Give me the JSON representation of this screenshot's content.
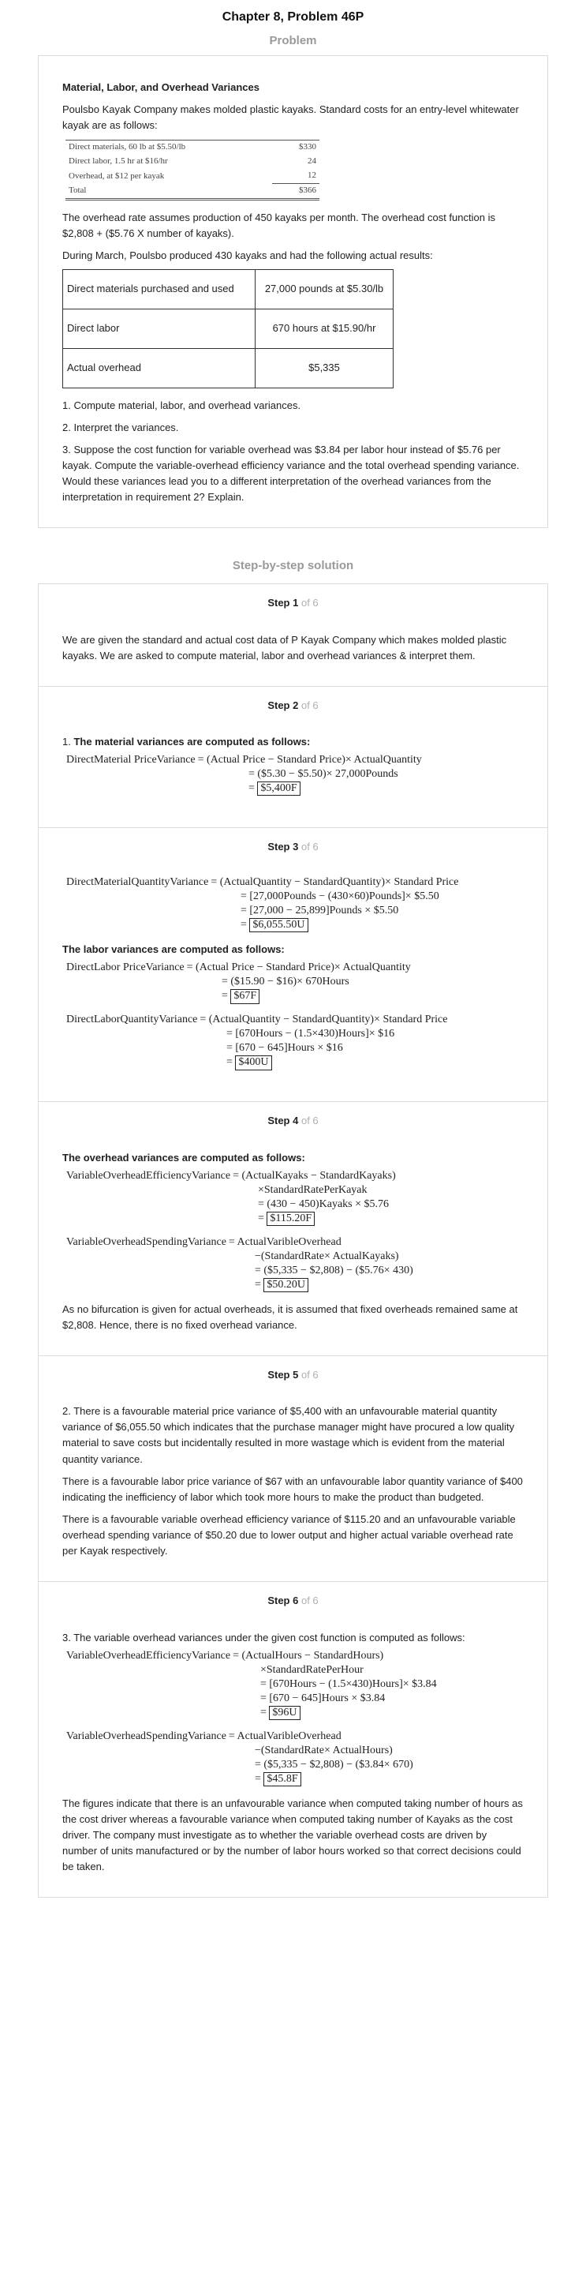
{
  "header": {
    "title": "Chapter 8, Problem 46P"
  },
  "problem_section": {
    "label": "Problem"
  },
  "problem": {
    "title": "Material, Labor, and Overhead Variances",
    "intro": "Poulsbo Kayak Company makes molded plastic kayaks. Standard costs for an entry-level whitewater kayak are as follows:",
    "standard_costs": [
      {
        "item": "Direct materials, 60 lb at $5.50/lb",
        "value": "$330"
      },
      {
        "item": "Direct labor, 1.5 hr at $16/hr",
        "value": "24"
      },
      {
        "item": "Overhead, at $12 per kayak",
        "value": "12"
      },
      {
        "item": "Total",
        "value": "$366"
      }
    ],
    "overhead_note": "The overhead rate assumes production of 450 kayaks per month. The overhead cost function is $2,808 + ($5.76 X number of kayaks).",
    "march_note": "During March, Poulsbo produced 430 kayaks and had the following actual results:",
    "actual_results": [
      {
        "label": "Direct materials purchased and used",
        "value": "27,000 pounds at $5.30/lb"
      },
      {
        "label": "Direct labor",
        "value": "670 hours at $15.90/hr"
      },
      {
        "label": "Actual overhead",
        "value": "$5,335"
      }
    ],
    "requirements": [
      "1. Compute material, labor, and overhead variances.",
      "2. Interpret the variances.",
      "3. Suppose the cost function for variable overhead was $3.84 per labor hour instead of $5.76 per kayak. Compute the variable-overhead efficiency variance and the total overhead spending variance. Would these variances lead you to a different interpretation of the overhead variances from the interpretation in requirement 2? Explain."
    ]
  },
  "solution_section": {
    "label": "Step-by-step solution"
  },
  "steps": [
    {
      "num": "Step 1",
      "of": "of 6",
      "text": "We are given the standard and actual cost data of P Kayak Company which makes molded plastic kayaks. We are asked to compute material, labor and overhead variances & interpret them."
    },
    {
      "num": "Step 2",
      "of": "of 6",
      "heading_prefix": "1. ",
      "heading": "The material variances are computed as follows:",
      "eq": {
        "lhs": "DirectMaterial PriceVariance",
        "lines": [
          "= (Actual Price − Standard Price)× ActualQuantity",
          "= ($5.30 − $5.50)× 27,000Pounds",
          "$5,400F"
        ]
      }
    },
    {
      "num": "Step 3",
      "of": "of 6",
      "eq1": {
        "lhs": "DirectMaterialQuantityVariance",
        "lines": [
          "= (ActualQuantity − StandardQuantity)× Standard Price",
          "= [27,000Pounds − (430×60)Pounds]× $5.50",
          "= [27,000 − 25,899]Pounds × $5.50",
          "$6,055.50U"
        ]
      },
      "heading": "The labor variances are computed as follows:",
      "eq2": {
        "lhs": "DirectLabor PriceVariance",
        "lines": [
          "= (Actual Price − Standard Price)× ActualQuantity",
          "= ($15.90 − $16)× 670Hours",
          "$67F"
        ]
      },
      "eq3": {
        "lhs": "DirectLaborQuantityVariance",
        "lines": [
          "= (ActualQuantity − StandardQuantity)× Standard Price",
          "= [670Hours − (1.5×430)Hours]× $16",
          "= [670 − 645]Hours × $16",
          "$400U"
        ]
      }
    },
    {
      "num": "Step 4",
      "of": "of 6",
      "heading": "The overhead variances are computed as follows:",
      "eq1": {
        "lhs": "VariableOverheadEfficiencyVariance",
        "lines": [
          "= (ActualKayaks − StandardKayaks)",
          "×StandardRatePerKayak",
          "= (430 − 450)Kayaks × $5.76",
          "$115.20F"
        ]
      },
      "eq2": {
        "lhs": "VariableOverheadSpendingVariance",
        "lines": [
          "= ActualVaribleOverhead",
          "−(StandardRate× ActualKayaks)",
          "= ($5,335 − $2,808) − ($5.76× 430)",
          "$50.20U"
        ]
      },
      "text": "As no bifurcation is given for actual overheads, it is assumed that fixed overheads remained same at $2,808. Hence, there is no fixed overhead variance."
    },
    {
      "num": "Step 5",
      "of": "of 6",
      "paragraphs": [
        "2. There is a favourable material price variance of $5,400 with an unfavourable material quantity variance of $6,055.50 which indicates that the purchase manager might have procured a low quality material to save costs but incidentally resulted in more wastage which is evident from the material quantity variance.",
        "There is a favourable labor price variance of $67 with an unfavourable labor quantity variance of $400 indicating the inefficiency of labor which took more hours to make the product than budgeted.",
        "There is a favourable variable overhead efficiency variance of $115.20 and an unfavourable variable overhead spending variance of $50.20 due to lower output and higher actual variable overhead rate per Kayak respectively."
      ]
    },
    {
      "num": "Step 6",
      "of": "of 6",
      "intro": "3. The variable overhead variances under the given cost function is computed as follows:",
      "eq1": {
        "lhs": "VariableOverheadEfficiencyVariance",
        "lines": [
          "= (ActualHours − StandardHours)",
          "×StandardRatePerHour",
          "= [670Hours − (1.5×430)Hours]× $3.84",
          "= [670 − 645]Hours × $3.84",
          "$96U"
        ]
      },
      "eq2": {
        "lhs": "VariableOverheadSpendingVariance",
        "lines": [
          "= ActualVaribleOverhead",
          "−(StandardRate× ActualHours)",
          "= ($5,335 − $2,808) − ($3.84× 670)",
          "$45.8F"
        ]
      },
      "text": "The figures indicate that there is an unfavourable variance when computed taking number of hours as the cost driver whereas a favourable variance when computed taking number of Kayaks as the cost driver. The company must investigate as to whether the variable overhead costs are driven by number of units manufactured or by the number of labor hours worked so that correct decisions could be taken."
    }
  ]
}
